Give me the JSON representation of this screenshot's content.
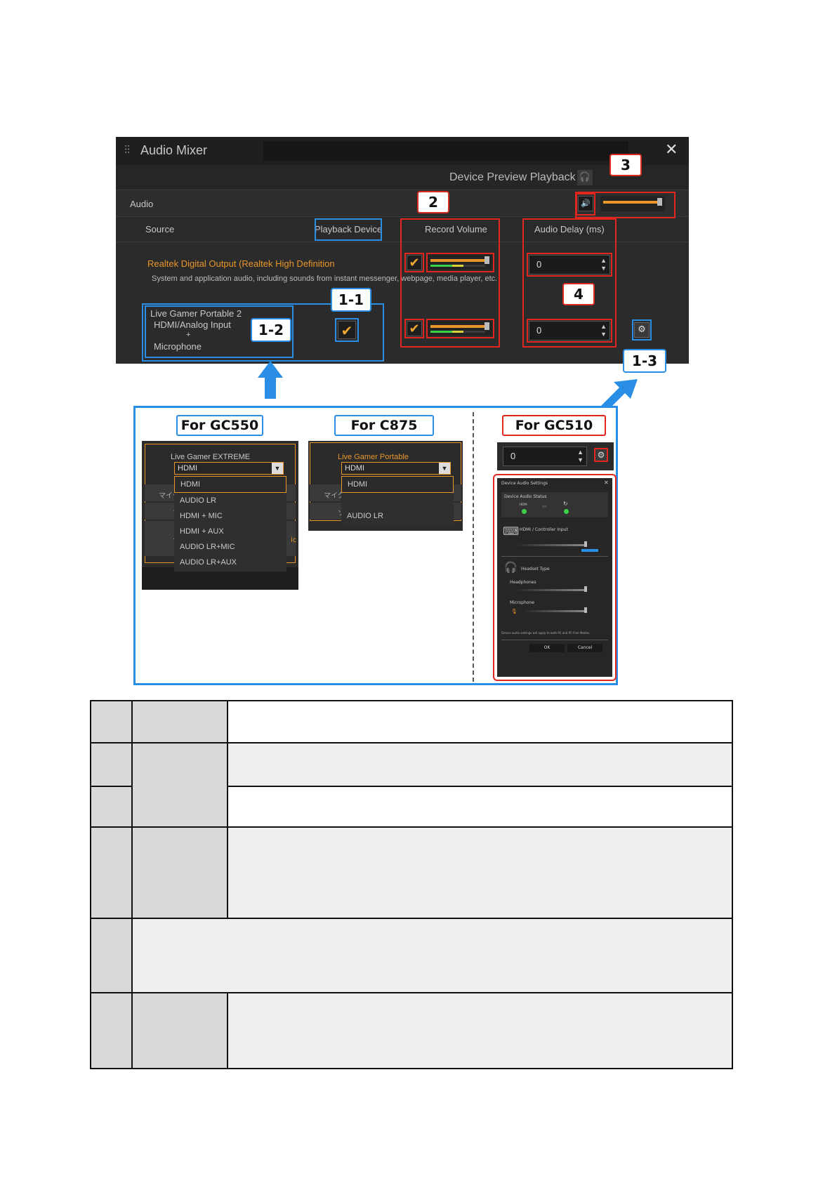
{
  "mixer": {
    "title": "Audio Mixer",
    "device_preview_label": "Device Preview Playback",
    "audio_label": "Audio",
    "columns": {
      "source": "Source",
      "playback_device": "Playback Device",
      "record_volume": "Record Volume",
      "audio_delay": "Audio Delay (ms)"
    },
    "rows": [
      {
        "name": "Realtek Digital Output (Realtek High Definition",
        "description": "System and application audio, including sounds from instant messenger, webpage, media player, etc.",
        "delay": "0"
      },
      {
        "line1": "Live Gamer Portable 2",
        "line2": "HDMI/Analog Input",
        "line3": "+",
        "line4": "Microphone",
        "delay": "0"
      }
    ]
  },
  "callouts": {
    "c1_1": "1-1",
    "c1_2": "1-2",
    "c1_3": "1-3",
    "c2": "2",
    "c3": "3",
    "c4": "4"
  },
  "options": {
    "gc550": {
      "tag": "For GC550",
      "device": "Live Gamer EXTREME",
      "selected": "HDMI",
      "items": [
        "HDMI",
        "AUDIO LR",
        "HDMI + MIC",
        "HDMI + AUX",
        "AUDIO LR+MIC",
        "AUDIO LR+AUX"
      ],
      "side_text": "マイク",
      "side_text2": "ソ",
      "side_text3": "マ",
      "side_text4": "ic"
    },
    "c875": {
      "tag": "For  C875",
      "device": "Live Gamer Portable",
      "selected": "HDMI",
      "items": [
        "HDMI",
        "AUDIO LR"
      ],
      "side_text": "マイク",
      "side_text2": "ソ"
    },
    "gc510": {
      "tag": "For GC510",
      "delay": "0",
      "dialog_title": "Device Audio Settings",
      "status_label": "Device Audio Status",
      "status_items": [
        "HDMI"
      ],
      "hdmi_label": "HDMI / Controller Input",
      "headset_label": "Headset Type",
      "headphones_label": "Headphones",
      "mic_label": "Microphone",
      "note": "Device audio settings will apply to both PC and PC-Free Modes.",
      "ok": "OK",
      "cancel": "Cancel"
    }
  },
  "colors": {
    "red": "#e0261f",
    "blue": "#2a8ee6",
    "orange": "#e8962a",
    "panel_bg": "#2b2b2b"
  }
}
